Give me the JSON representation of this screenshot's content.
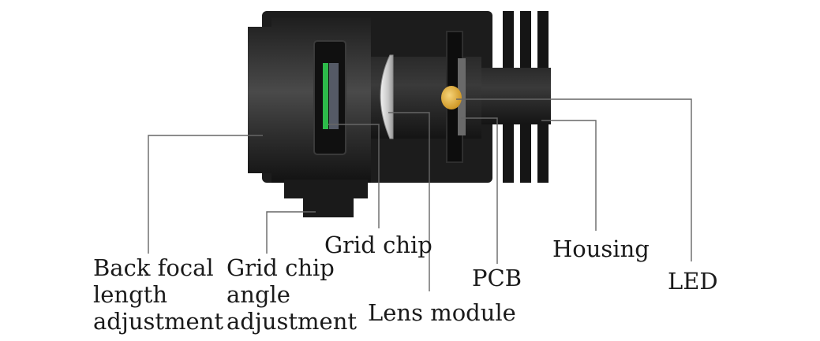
{
  "labels": {
    "back_focal": [
      "Back focal",
      "length",
      "adjustment"
    ],
    "grid_chip_angle": [
      "Grid chip",
      "angle",
      "adjustment"
    ],
    "grid_chip": "Grid chip",
    "lens_module": "Lens module",
    "pcb": "PCB",
    "housing": "Housing",
    "led": "LED"
  },
  "colors": {
    "housing_body": "#1c1c1c",
    "heat_sink_fins": "#151515",
    "grid_chip": "#2dbb4a",
    "lens": "#d8d8d8",
    "led": "#e8b63a",
    "leader_lines": "#666666",
    "label_text": "#1a1a1a"
  }
}
